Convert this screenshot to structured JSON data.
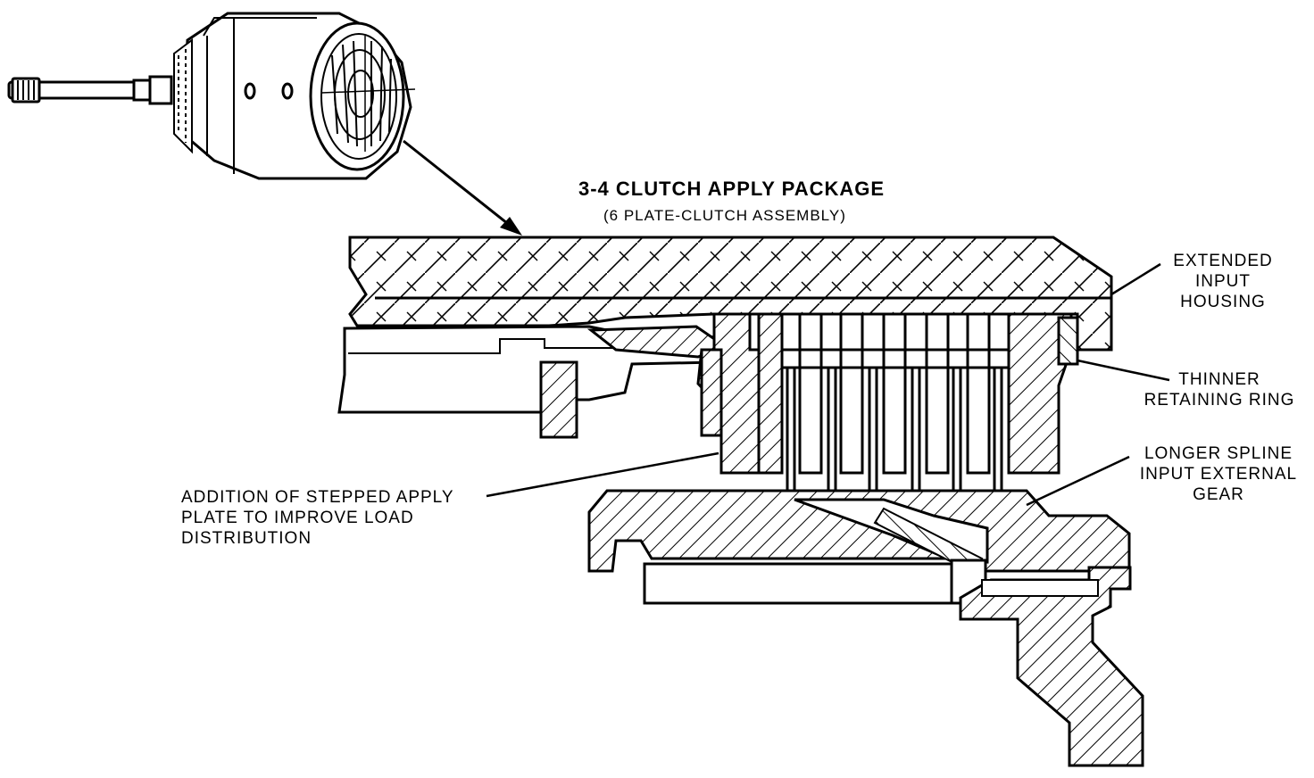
{
  "diagram": {
    "title": "3-4 CLUTCH APPLY PACKAGE",
    "subtitle": "(6 PLATE-CLUTCH ASSEMBLY)",
    "labels": {
      "housing": [
        "EXTENDED",
        "INPUT",
        "HOUSING"
      ],
      "retaining_ring": [
        "THINNER",
        "RETAINING RING"
      ],
      "spline_gear": [
        "LONGER SPLINE",
        "INPUT EXTERNAL",
        "GEAR"
      ],
      "apply_plate": [
        "ADDITION OF STEPPED APPLY",
        "PLATE TO IMPROVE LOAD",
        "DISTRIBUTION"
      ]
    },
    "clutch_plate_count": 6,
    "colors": {
      "ink": "#000000",
      "paper": "#ffffff"
    }
  }
}
